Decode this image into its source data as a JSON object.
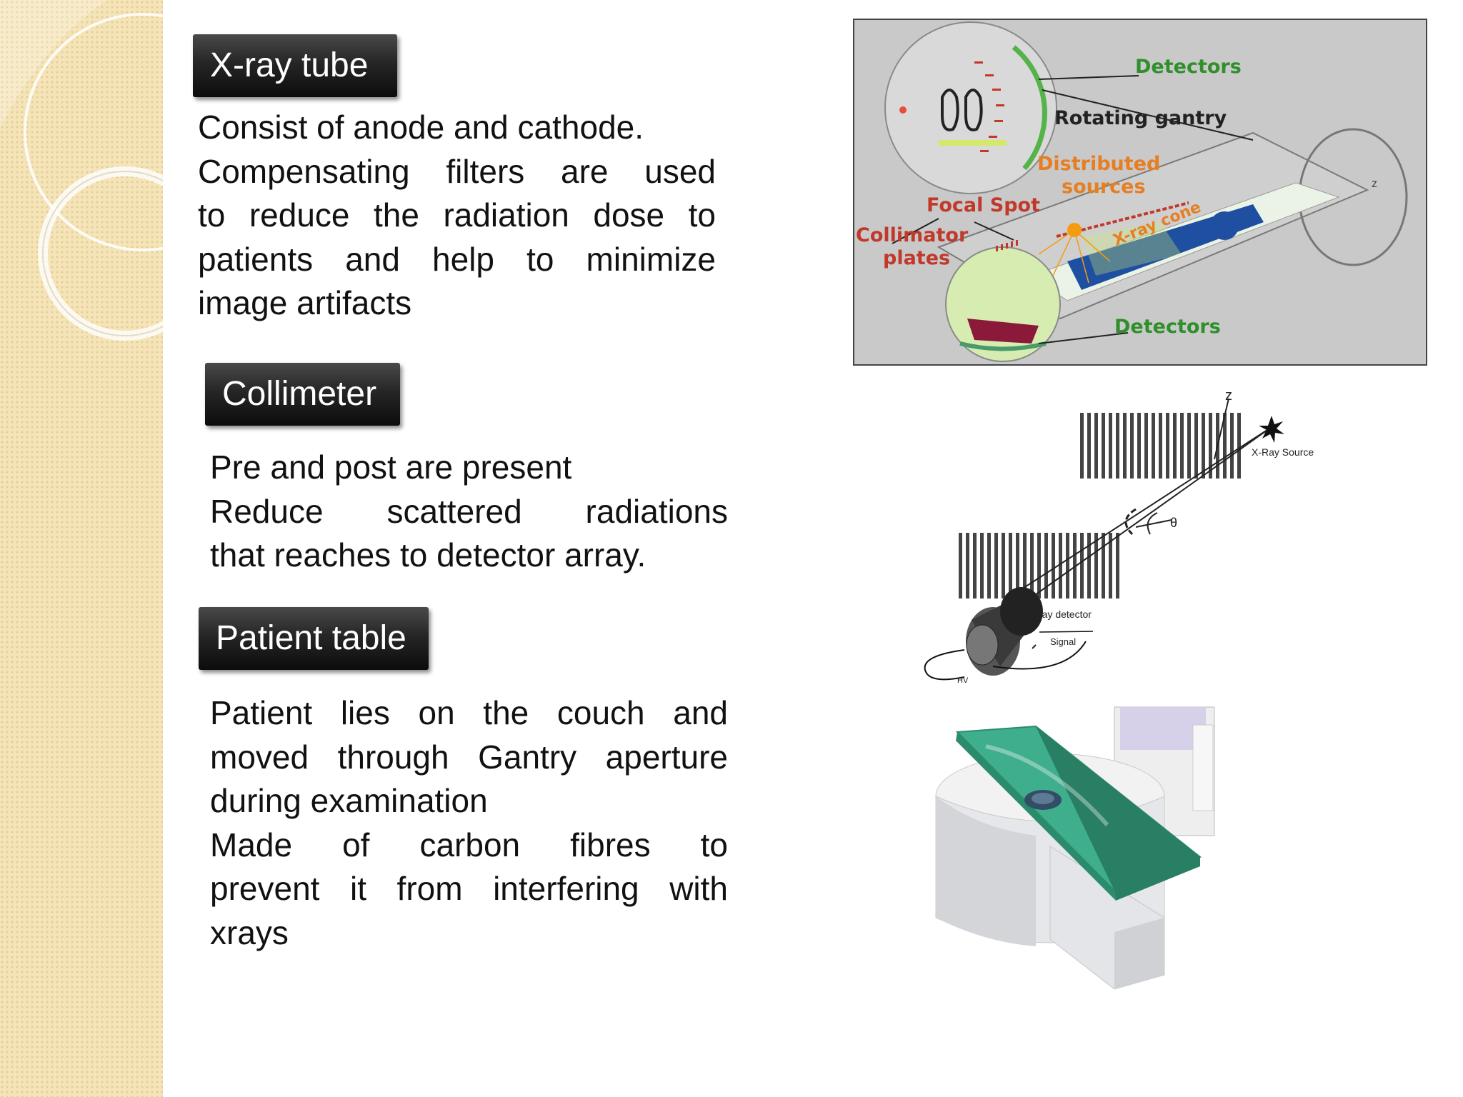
{
  "sections": [
    {
      "heading": "X-ray tube",
      "lines": [
        "Consist of anode and cathode.",
        "Compensating filters are used",
        "to reduce the radiation dose to",
        "patients and help to minimize",
        "image artifacts"
      ]
    },
    {
      "heading": "Collimeter",
      "lines": [
        "Pre and post are present",
        "Reduce scattered radiations",
        "that reaches to detector array."
      ]
    },
    {
      "heading": "Patient table",
      "lines": [
        "Patient lies on the couch and",
        "moved through Gantry aperture",
        "during examination",
        "Made of carbon fibres to",
        "prevent it from interfering with",
        "xrays"
      ]
    }
  ],
  "figures": {
    "gantry": {
      "detectors_top": "Detectors",
      "rotating_gantry": "Rotating gantry",
      "distributed": "Distributed",
      "sources": "sources",
      "focal_spot": "Focal Spot",
      "xray_cone": "X-ray cone",
      "collimator": "Collimator",
      "plates": "plates",
      "detectors_bottom": "Detectors",
      "z_axis": "z"
    },
    "collimator_diagram": {
      "z_axis": "z",
      "xray_source": "X-Ray Source",
      "theta": "θ",
      "xray_detector": "X-ray detector",
      "signal": "Signal",
      "hv": "HV"
    }
  },
  "colors": {
    "badge": "#1a1a1a",
    "strip": "#f4e4b8",
    "label_green": "#2f8f2a",
    "label_red": "#c0392b",
    "label_orange": "#e67e22",
    "table_green": "#3fae8c"
  }
}
